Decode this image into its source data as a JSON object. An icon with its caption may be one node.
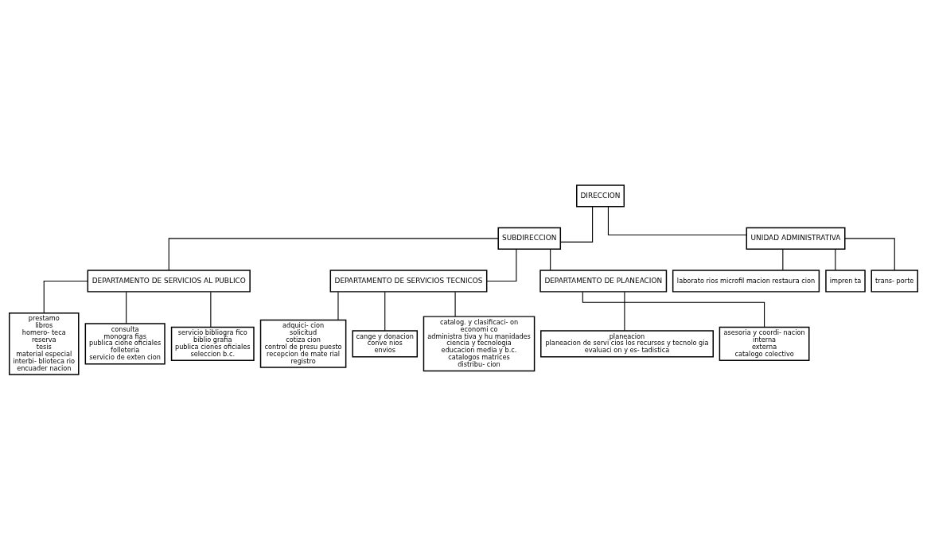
{
  "diagram": {
    "nodes": [
      {
        "text": [
          "DIRECCION"
        ]
      },
      {
        "text": [
          "SUBDIRECCION"
        ]
      },
      {
        "text": [
          "DEPARTAMENTO DE SERVICIOS AL PUBLICO"
        ]
      },
      {
        "text": [
          "DEPARTAMENTO DE SERVICIOS TECNICOS"
        ]
      },
      {
        "text": [
          "DEPARTAMENTO DE PLANEACION"
        ]
      },
      {
        "text": [
          "UNIDAD ADMINISTRATIVA"
        ]
      },
      {
        "text": [
          "prestamo",
          "libros",
          "homero- teca",
          "reserva",
          "tesis",
          "material especial",
          "interbi- blioteca rio",
          "encuader nacion"
        ]
      },
      {
        "text": [
          "consulta",
          "monogra fias",
          "publica cione oficiales",
          "folleteria",
          "servicio de exten cion"
        ]
      },
      {
        "text": [
          "servicio bibliogra fico",
          "biblio grafia",
          "publica ciones oficiales",
          "seleccion b.c."
        ]
      },
      {
        "text": [
          "adquici- cion",
          "solicitud",
          "cotiza cion",
          "control de presu puesto",
          "recepcion de mate rial",
          "registro"
        ]
      },
      {
        "text": [
          "cange y donacion",
          "conve nios",
          "envios"
        ]
      },
      {
        "text": [
          "catalog. y clasificaci- on",
          "economi co",
          "administra tiva y hu manidades",
          "ciencia y tecnologia",
          "educacion media y b.c.",
          "catalogos matrices",
          "distribu- cion"
        ]
      },
      {
        "text": [
          "planeacion",
          "planeacion de servi cios los recursos y tecnolo gia",
          "evaluaci on y es- tadistica"
        ]
      },
      {
        "text": [
          "asesoria y coordi- nacion",
          "interna",
          "externa",
          "catalogo colectivo"
        ]
      },
      {
        "text": [
          "laborato rios microfil macion restaura cion"
        ]
      },
      {
        "text": [
          "impren ta"
        ]
      },
      {
        "text": [
          "trans- porte"
        ]
      }
    ],
    "edges": [
      {
        "from": 0,
        "to": 1,
        "arrow": "none"
      },
      {
        "from": 0,
        "to": 5,
        "arrow": "none"
      },
      {
        "from": 1,
        "to": 2,
        "arrow": "none"
      },
      {
        "from": 1,
        "to": 3,
        "arrow": "none"
      },
      {
        "from": 1,
        "to": 4,
        "arrow": "none"
      },
      {
        "from": 2,
        "to": 6,
        "arrow": "none"
      },
      {
        "from": 2,
        "to": 7,
        "arrow": "none"
      },
      {
        "from": 2,
        "to": 8,
        "arrow": "none"
      },
      {
        "from": 3,
        "to": 9,
        "arrow": "none"
      },
      {
        "from": 3,
        "to": 10,
        "arrow": "none"
      },
      {
        "from": 3,
        "to": 11,
        "arrow": "none"
      },
      {
        "from": 4,
        "to": 12,
        "arrow": "none"
      },
      {
        "from": 4,
        "to": 13,
        "arrow": "none"
      },
      {
        "from": 5,
        "to": 14,
        "arrow": "none"
      },
      {
        "from": 5,
        "to": 15,
        "arrow": "none"
      },
      {
        "from": 5,
        "to": 16,
        "arrow": "none"
      }
    ]
  }
}
